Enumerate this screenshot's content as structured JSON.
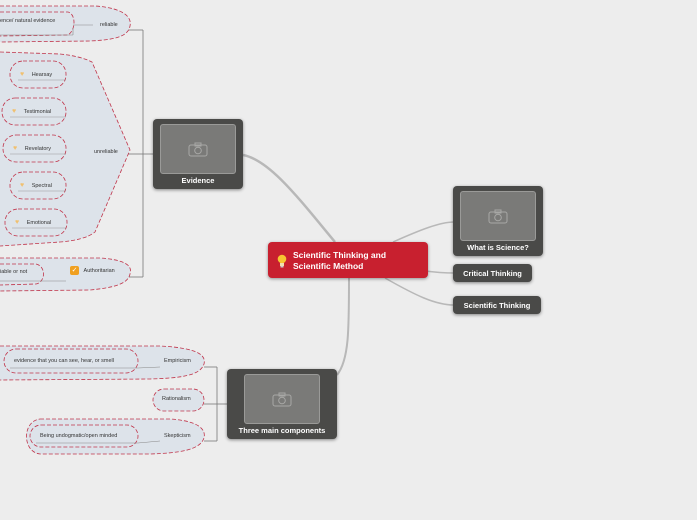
{
  "central": {
    "title_line1": "Scientific Thinking and",
    "title_line2": "Scientific Method",
    "icon": "lightbulb-icon"
  },
  "right_topics": [
    {
      "label": "What is Science?",
      "has_image": true
    },
    {
      "label": "Critical Thinking",
      "has_image": false
    },
    {
      "label": "Scientific Thinking",
      "has_image": false
    }
  ],
  "evidence": {
    "label": "Evidence",
    "reliable": {
      "label": "reliable",
      "child": "ence/ natural evidence"
    },
    "unreliable": {
      "label": "unreliable",
      "children": [
        "Hearsay",
        "Testimonial",
        "Revelatory",
        "Spectral",
        "Emotional"
      ]
    },
    "authoritarian": {
      "label": "Authoritarian",
      "child": "iable or not"
    }
  },
  "components": {
    "label": "Three main components",
    "items": [
      {
        "label": "Empiricism",
        "child": "evidence that you can see, hear, or smell"
      },
      {
        "label": "Rationalism"
      },
      {
        "label": "Skepticism",
        "child": "Being undogmatic/open minded"
      }
    ]
  },
  "colors": {
    "central": "#c8202f",
    "dark_node": "#4a4a48",
    "bubble_fill": "#dde3ea",
    "bubble_border": "#c0344a",
    "background": "#ededed"
  }
}
